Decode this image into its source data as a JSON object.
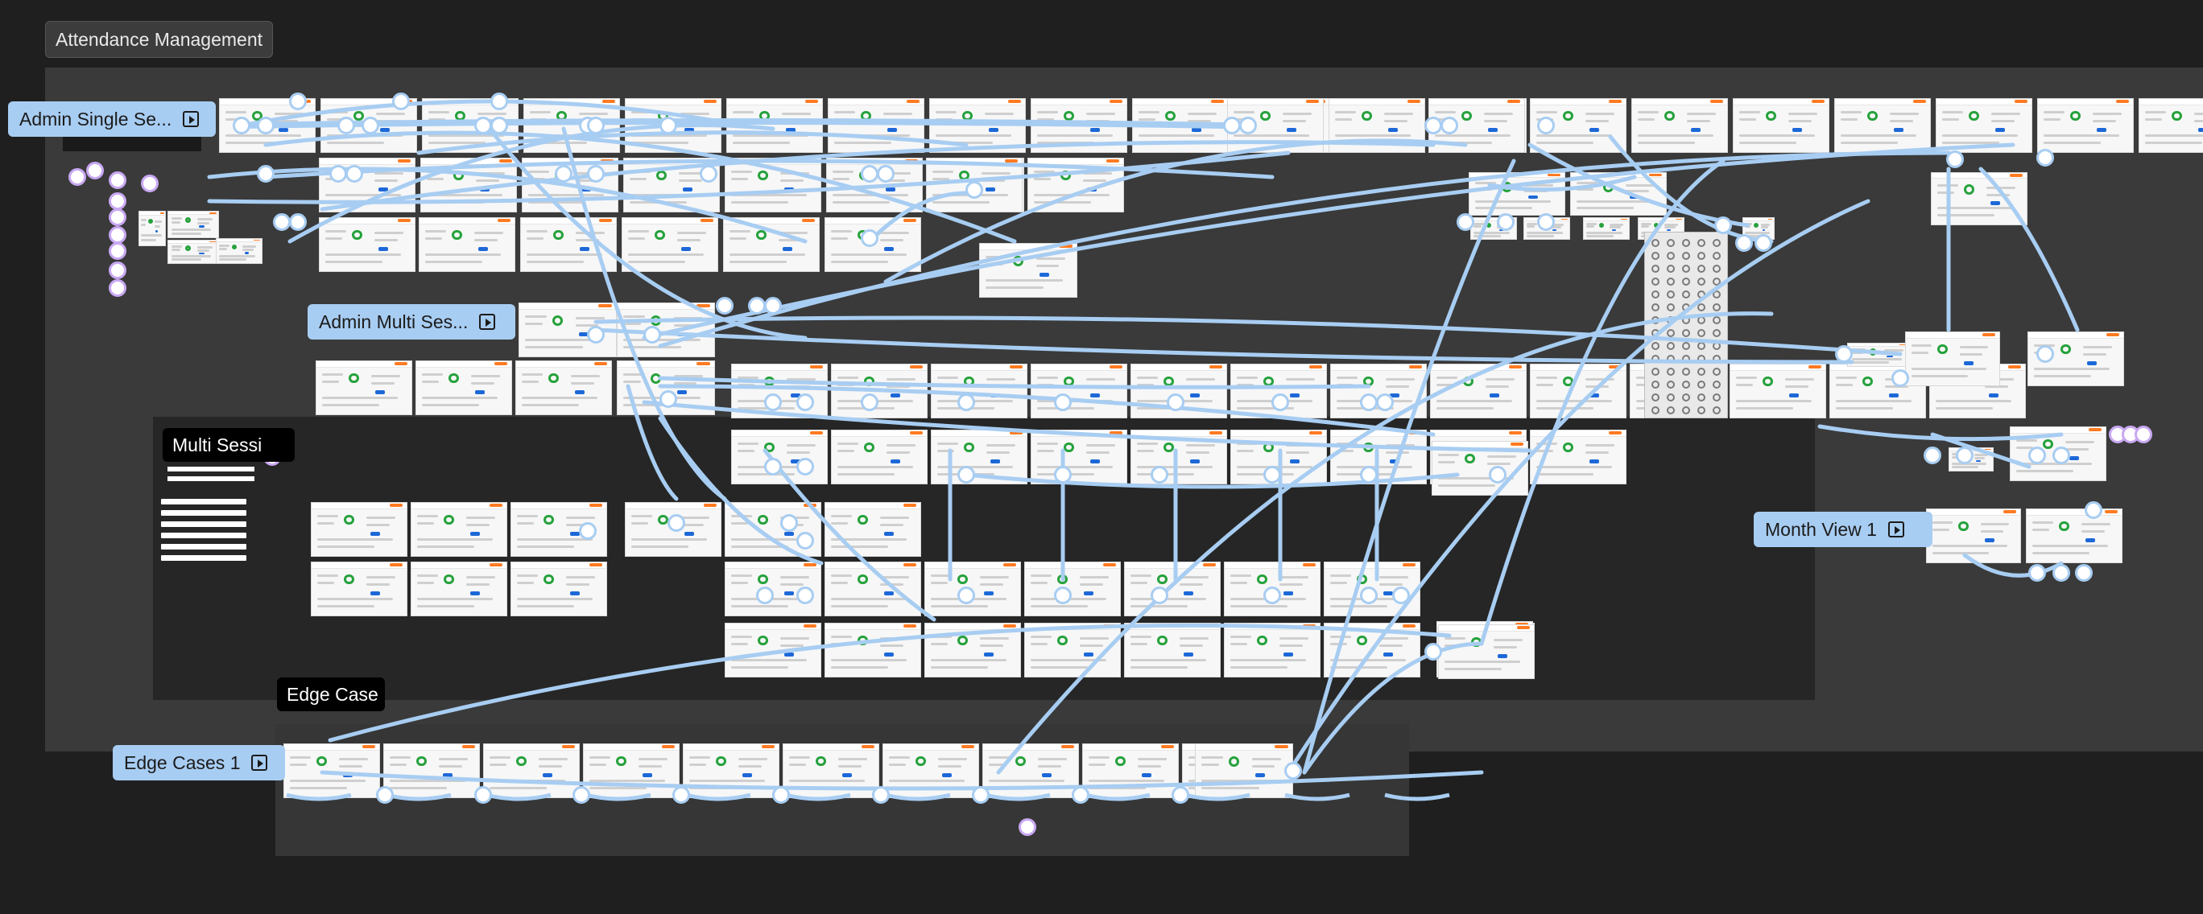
{
  "canvas": {
    "title": "Attendance Management"
  },
  "flows": [
    {
      "id": "admin-single",
      "label": "Admin Single Se...",
      "icon": "play-frame-icon"
    },
    {
      "id": "admin-multi",
      "label": "Admin Multi Ses...",
      "icon": "play-frame-icon"
    },
    {
      "id": "month-view",
      "label": "Month View 1",
      "icon": "play-frame-icon"
    },
    {
      "id": "edge-cases",
      "label": "Edge Cases 1",
      "icon": "play-frame-icon"
    }
  ],
  "sections": [
    {
      "id": "multi-session",
      "label": "Multi Sessi"
    },
    {
      "id": "edge-case",
      "label": "Edge Case"
    }
  ],
  "colors": {
    "canvas_bg": "#1f1f1f",
    "section_outer": "#3a3a3a",
    "section_inner": "#262626",
    "prototype_link": "#a8cdf2",
    "comment_pin": "#c9a8f2",
    "frame_accent": "#ff7a21",
    "frame_ring": "#26a23c"
  }
}
